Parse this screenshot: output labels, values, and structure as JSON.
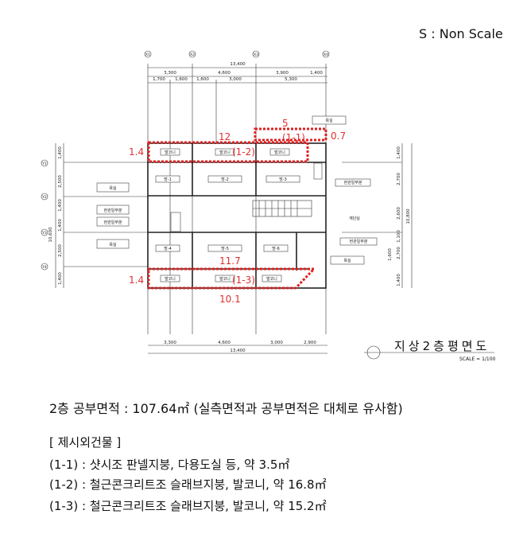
{
  "scale_note": "S : Non Scale",
  "drawing": {
    "title": "지상2층평면도",
    "scale": "SCALE = 1/100",
    "axes_x": [
      "X1",
      "X2",
      "X3",
      "X4"
    ],
    "axes_y": [
      "Y1",
      "Y2",
      "Y3",
      "Y4"
    ],
    "top_dims": {
      "total": "13,400",
      "row1": [
        "3,300",
        "4,600",
        "3,900",
        "1,400"
      ],
      "row2": [
        "1,700",
        "1,600",
        "1,600",
        "3,000",
        "5,300"
      ]
    },
    "bottom_dims": {
      "row": [
        "3,300",
        "4,600",
        "3,000",
        "2,900"
      ],
      "total": "13,400"
    },
    "right_dims": [
      "1,400",
      "2,700",
      "2,600",
      "1,100",
      "2,700",
      "1,600",
      "1,400"
    ],
    "right_total": "10,800",
    "left_dims": [
      "1,400",
      "2,500",
      "1,400",
      "1,400",
      "2,500",
      "1,400"
    ],
    "left_total": "10,600",
    "rooms_top": [
      "방-1",
      "방-2",
      "방-3"
    ],
    "rooms_bottom": [
      "방-4",
      "방-5",
      "방-6"
    ],
    "balcony": "발코니",
    "right_labels": [
      "욕실",
      "현관일부분",
      "계단실",
      "현관일부분",
      "욕실"
    ],
    "left_labels": [
      "욕실",
      "현관일부분",
      "현관일부분",
      "욕실"
    ],
    "annotations": {
      "a5": "5",
      "a11": "(1-1)",
      "a07": "0.7",
      "a12": "12",
      "a12b": "(1-2)",
      "a14t": "1.4",
      "a117": "11.7",
      "a14b": "1.4",
      "a13": "(1-3)",
      "a101": "10.1"
    }
  },
  "area_line": "2층 공부면적 : 107.64㎡ (실측면적과 공부면적은 대체로 유사함)",
  "section_heading": "[ 제시외건물 ]",
  "items": [
    "(1-1) : 샷시조 판넬지붕, 다용도실 등, 약 3.5㎡",
    "(1-2) : 철근콘크리트조 슬래브지붕, 발코니, 약 16.8㎡",
    "(1-3) : 철근콘크리트조 슬래브지붕, 발코니, 약 15.2㎡"
  ]
}
